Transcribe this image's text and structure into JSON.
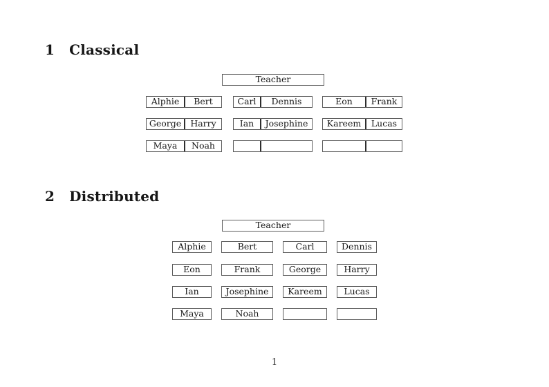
{
  "page_number": "1",
  "classical": {
    "number": "1",
    "title": "Classical",
    "teacher": "Teacher",
    "rows": [
      {
        "desks": [
          {
            "seats": [
              "Alphie",
              "Bert"
            ]
          },
          {
            "seats": [
              "Carl",
              "Dennis"
            ]
          },
          {
            "seats": [
              "Eon",
              "Frank"
            ]
          }
        ]
      },
      {
        "desks": [
          {
            "seats": [
              "George",
              "Harry"
            ]
          },
          {
            "seats": [
              "Ian",
              "Josephine"
            ]
          },
          {
            "seats": [
              "Kareem",
              "Lucas"
            ]
          }
        ]
      },
      {
        "desks": [
          {
            "seats": [
              "Maya",
              "Noah"
            ]
          },
          {
            "seats": [
              "",
              ""
            ]
          },
          {
            "seats": [
              "",
              ""
            ]
          }
        ]
      }
    ]
  },
  "distributed": {
    "number": "2",
    "title": "Distributed",
    "teacher": "Teacher",
    "rows": [
      {
        "desks": [
          "Alphie",
          "Bert",
          "Carl",
          "Dennis"
        ]
      },
      {
        "desks": [
          "Eon",
          "Frank",
          "George",
          "Harry"
        ]
      },
      {
        "desks": [
          "Ian",
          "Josephine",
          "Kareem",
          "Lucas"
        ]
      },
      {
        "desks": [
          "Maya",
          "Noah",
          "",
          ""
        ]
      }
    ]
  },
  "colors": {
    "box_border": "#5c5c5c",
    "divider": "#2e2e2e",
    "text": "#161616"
  }
}
